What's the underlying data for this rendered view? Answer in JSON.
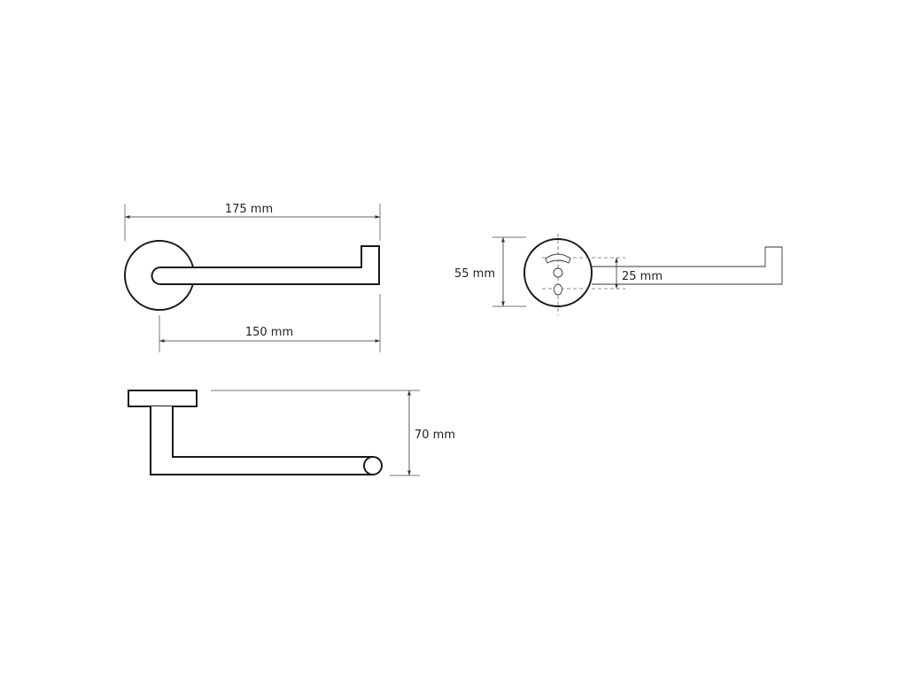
{
  "dimensions": {
    "top_length": "175 mm",
    "inner_length": "150 mm",
    "rosette_diameter": "55 mm",
    "hole_spacing": "25 mm",
    "projection_depth": "70 mm"
  },
  "colors": {
    "line": "#1a1a1a",
    "dimension": "#333333",
    "background": "#ffffff"
  }
}
